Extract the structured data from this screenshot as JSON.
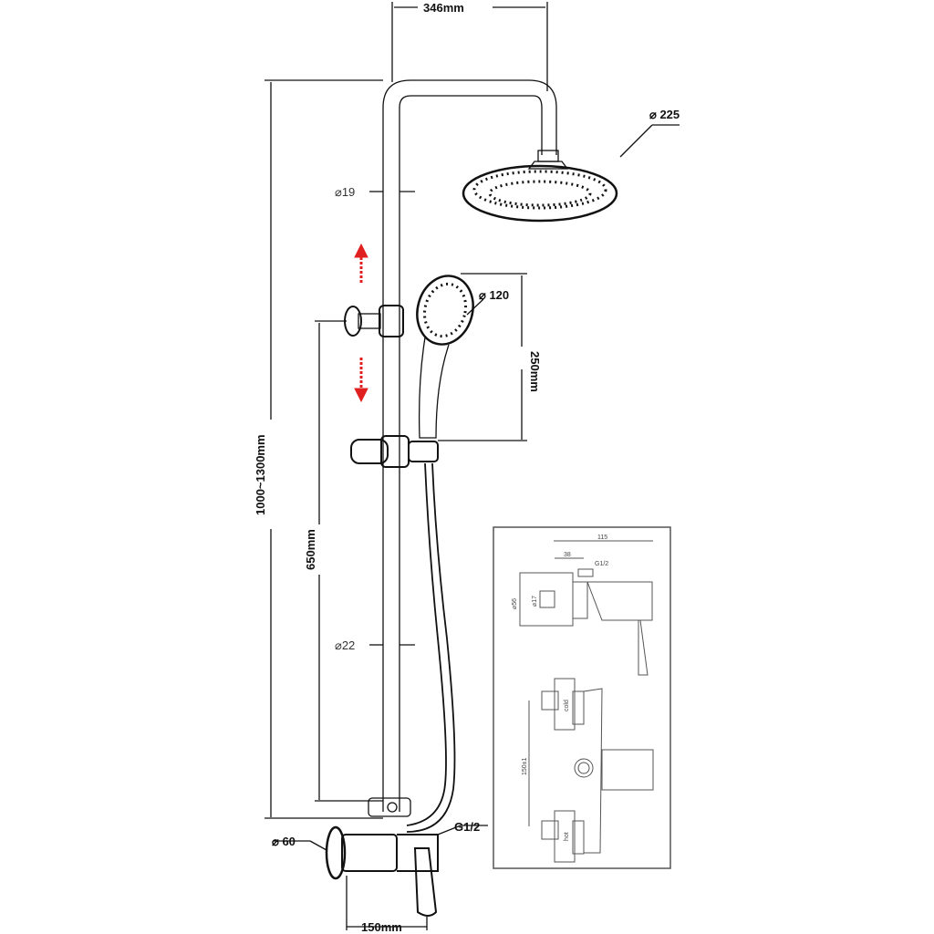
{
  "dimensions": {
    "top_width": "346mm",
    "head_diameter": "⌀ 225",
    "pipe_upper_diameter": "⌀19",
    "hand_shower_diameter": "⌀ 120",
    "hand_shower_span": "250mm",
    "total_height": "1000~1300mm",
    "slider_span": "650mm",
    "pipe_lower_diameter": "⌀22",
    "inlet_thread": "G1/2",
    "cover_diameter": "⌀ 60",
    "mixer_centers": "150mm"
  },
  "inset": {
    "depth": "115",
    "offset": "38",
    "thread": "G1/2",
    "outer_diameter": "⌀56",
    "inner_diameter": "⌀17",
    "cold_label": "cold",
    "hot_label": "hot",
    "centers": "150±1"
  },
  "colors": {
    "arrow": "#e02020",
    "line": "#111111"
  }
}
